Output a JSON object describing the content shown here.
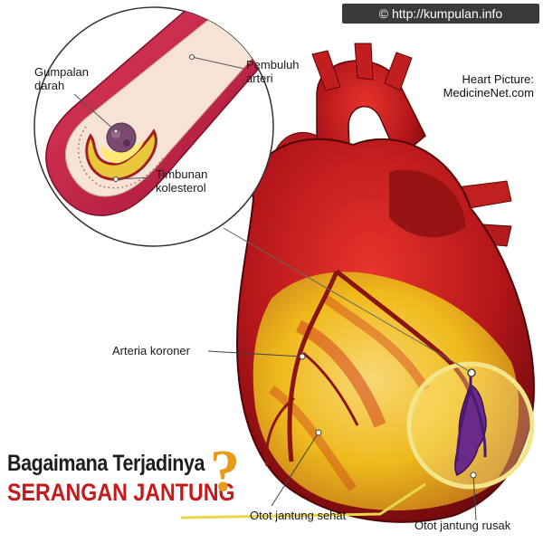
{
  "watermark": "© http://kumpulan.info",
  "credit": {
    "line1": "Heart Picture:",
    "line2": "MedicineNet.com"
  },
  "inset": {
    "labels": {
      "blood_clot_line1": "Gumpalan",
      "blood_clot_line2": "darah",
      "artery_line1": "Pembuluh",
      "artery_line2": "arteri",
      "plaque_line1": "Timbunan",
      "plaque_line2": "kolesterol"
    }
  },
  "heart": {
    "labels": {
      "coronary": "Arteria koroner",
      "healthy": "Otot jantung sehat",
      "damaged": "Otot jantung rusak"
    }
  },
  "title": {
    "line1": "Bagaimana Terjadinya",
    "line2": "SERANGAN JANTUNG",
    "qmark": "?"
  },
  "colors": {
    "heart_red": "#b5161a",
    "muscle_yellow": "#f2c21c",
    "damage_purple": "#6a2a8a",
    "title_red": "#c41a1a",
    "qmark_orange": "#e89a1a"
  }
}
